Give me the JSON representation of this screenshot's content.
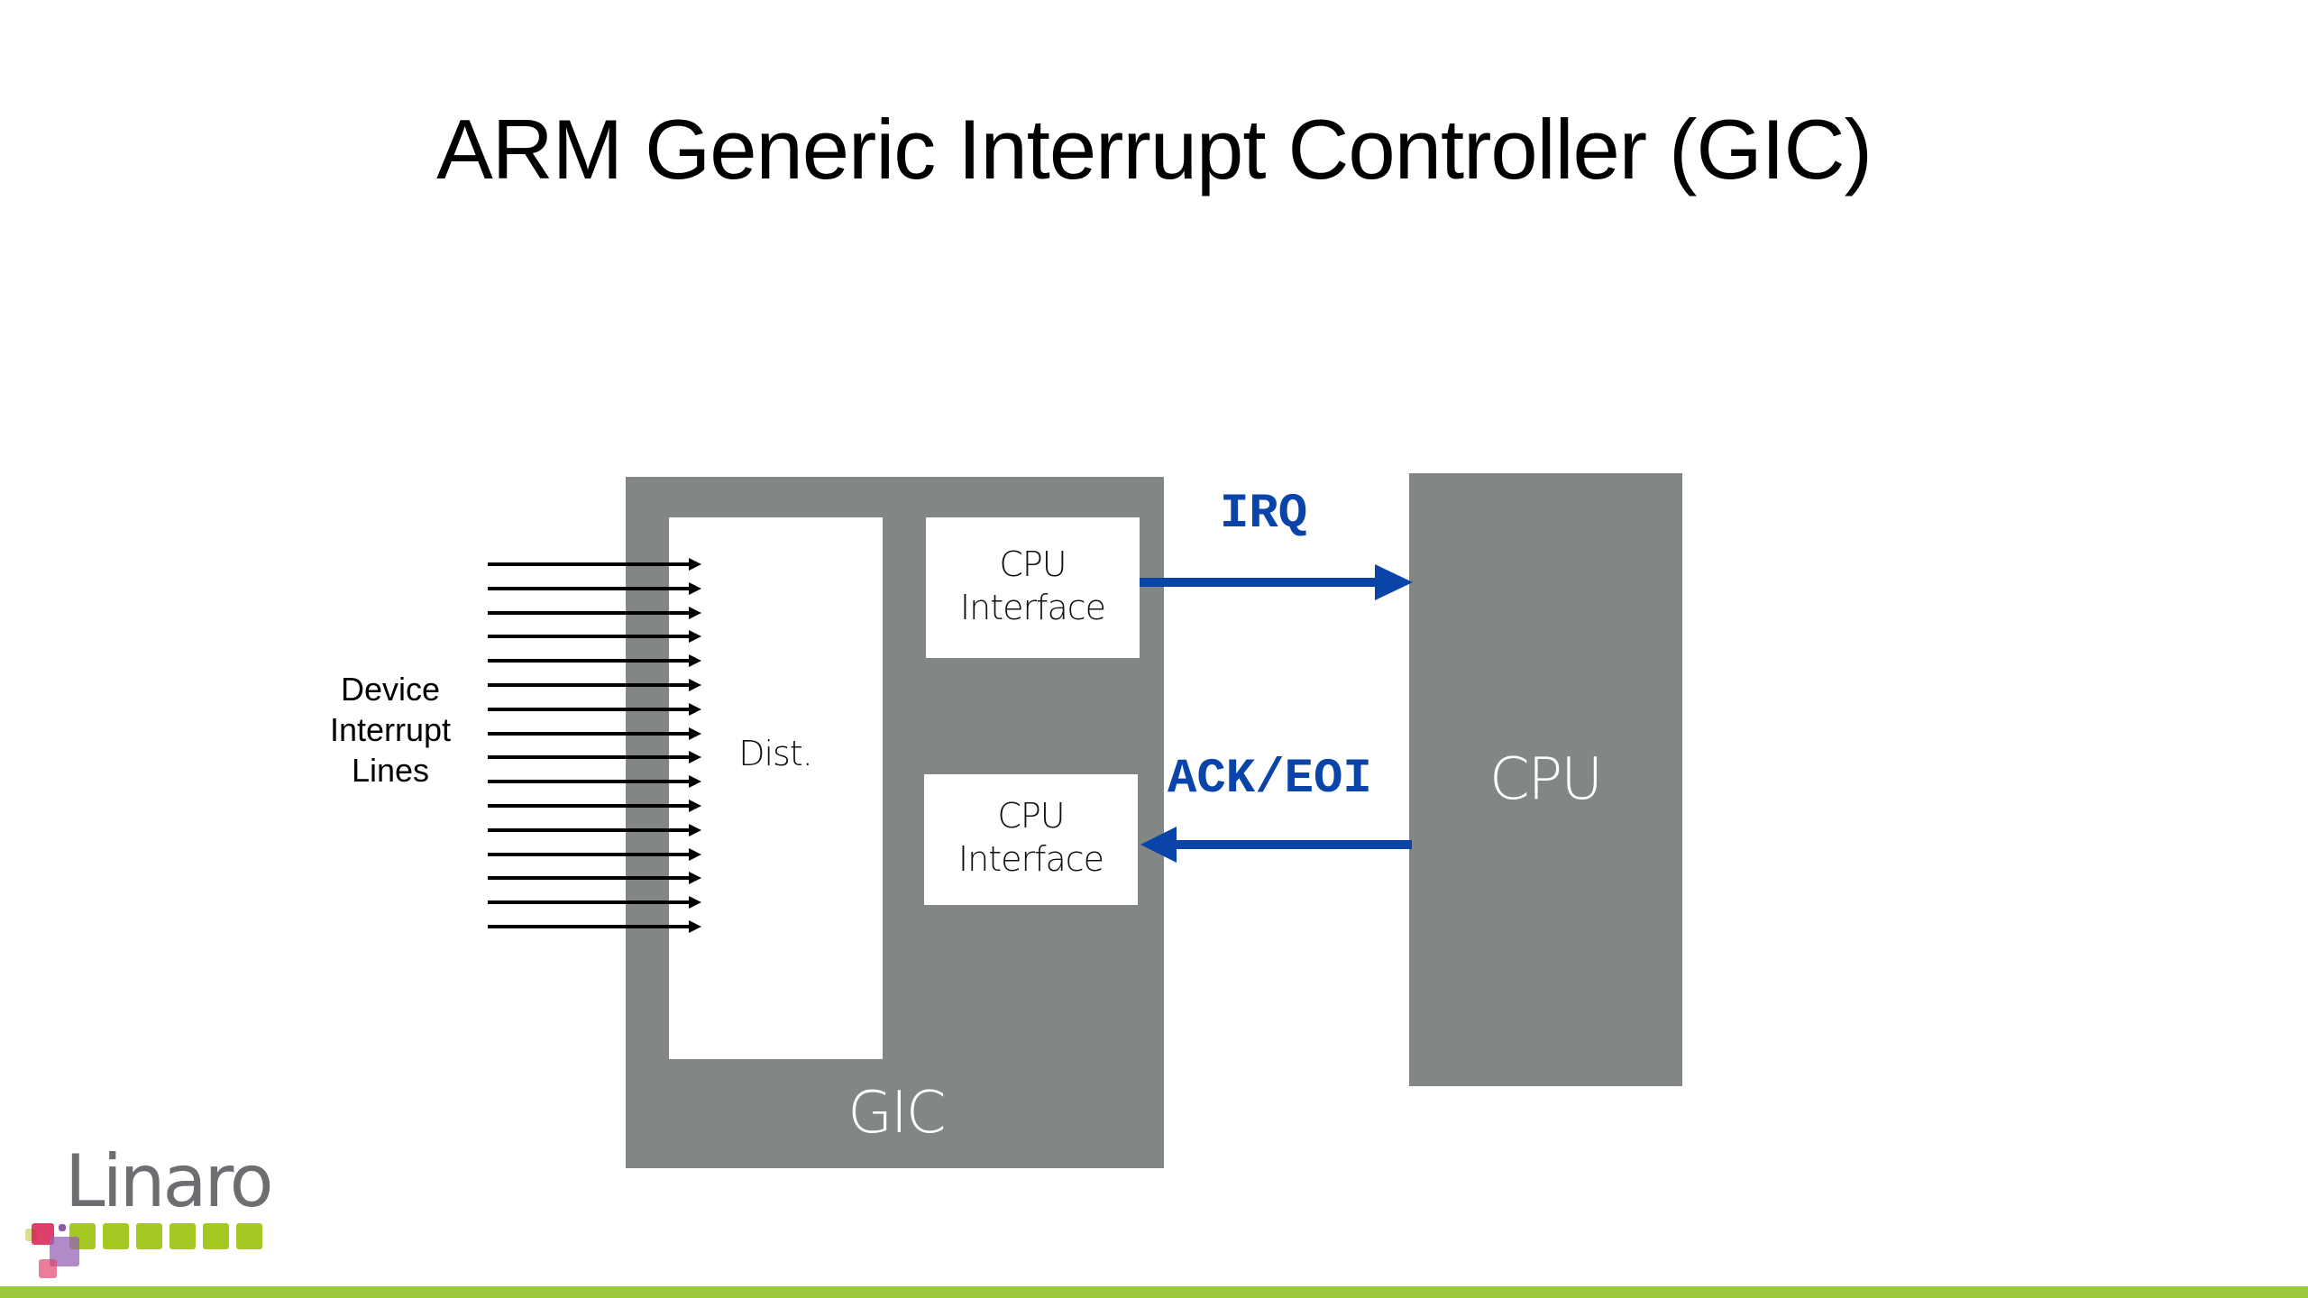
{
  "slide": {
    "title": "ARM Generic Interrupt Controller (GIC)"
  },
  "diagram": {
    "device_label_lines": [
      "Device",
      "Interrupt",
      "Lines"
    ],
    "interrupt_line_count": 16,
    "gic_label": "GIC",
    "distributor_label": "Dist.",
    "cpu_interfaces": [
      {
        "lines": [
          "CPU",
          "Interface"
        ]
      },
      {
        "lines": [
          "CPU",
          "Interface"
        ]
      }
    ],
    "cpu_label": "CPU",
    "signals": {
      "irq": "IRQ",
      "ack_eoi": "ACK/EOI"
    },
    "colors": {
      "block_gray": "#828784",
      "signal_blue": "#0a44a8",
      "brand_green": "#9aca3c"
    }
  },
  "footer": {
    "logo_text": "Linaro"
  }
}
